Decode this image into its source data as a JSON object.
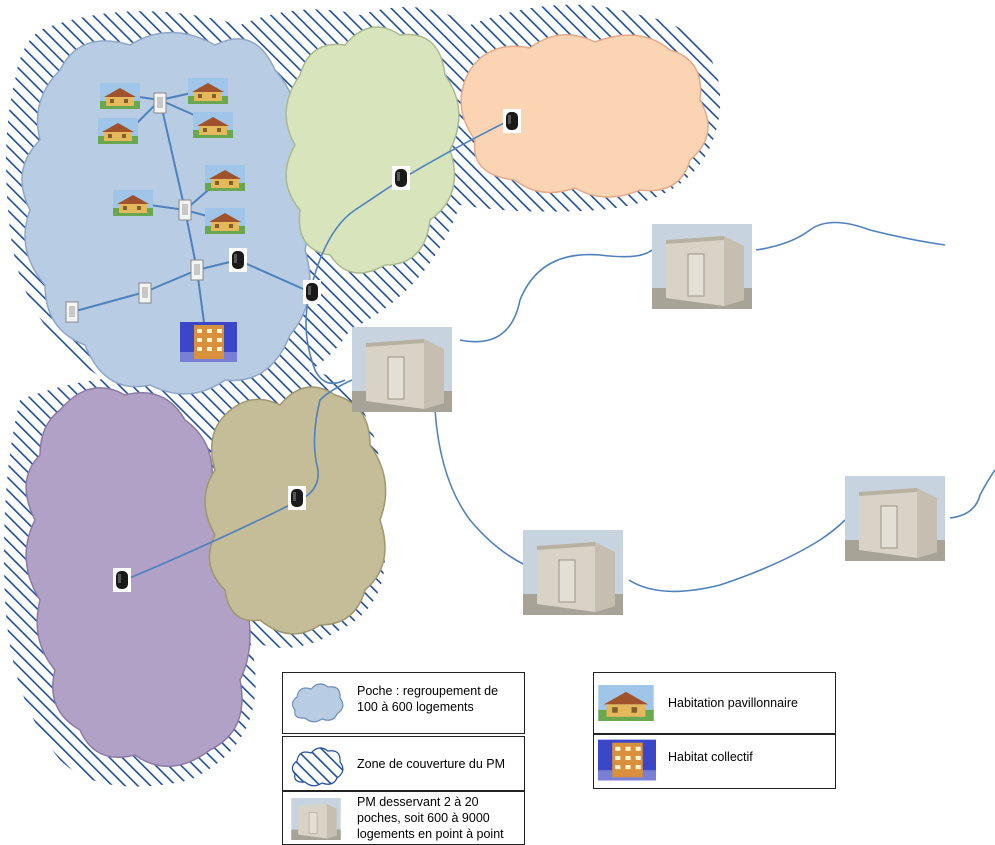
{
  "legend": [
    {
      "key": "poche",
      "text": "Poche : regroupement de 100 à 600 logements"
    },
    {
      "key": "zone",
      "text": "Zone de couverture du PM"
    },
    {
      "key": "pm",
      "text": "PM desservant 2 à 20 poches, soit 600 à 9000 logements en point à point"
    },
    {
      "key": "pavillon",
      "text": "Habitation pavillonnaire"
    },
    {
      "key": "collectif",
      "text": "Habitat collectif"
    }
  ],
  "colors": {
    "hatch": "#1f4e9c",
    "poche_blue": "#b8cce4",
    "poche_green": "#d7e4bc",
    "poche_orange": "#fbd4b4",
    "poche_purple": "#b2a1c7",
    "poche_olive": "#c4bd97",
    "link": "#4f81bd",
    "shelter": "#d9d3c7"
  }
}
